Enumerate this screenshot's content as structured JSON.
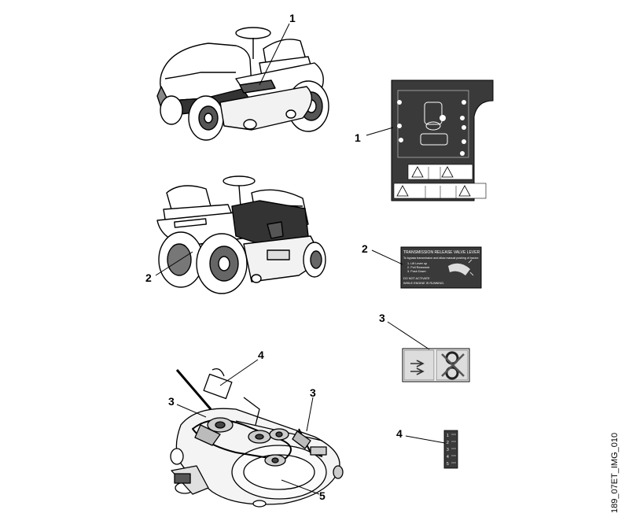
{
  "figure_code": "189_07ET_IMG_010",
  "callouts": {
    "tractor_front": "1",
    "decal_1": "1",
    "tractor_rear": "2",
    "decal_2": "2",
    "decal_3": "3",
    "deck_left_3": "3",
    "deck_right_3": "3",
    "deck_4": "4",
    "decal_4": "4",
    "deck_5": "5"
  },
  "decal_2": {
    "heading": "TRANSMISSION RELEASE VALVE LEVER",
    "line1": "To bypass transmission and allow manual pushing of tractor:",
    "step1": "1. Lift Lever up",
    "step2": "2. Pull Rearward",
    "step3": "3. Push Down",
    "warning1": "DO NOT ACTIVATE",
    "warning2": "WHILE ENGINE IS RUNNING."
  },
  "decal_4": {
    "marks": [
      "1",
      "2",
      "3",
      "4",
      "5"
    ]
  }
}
